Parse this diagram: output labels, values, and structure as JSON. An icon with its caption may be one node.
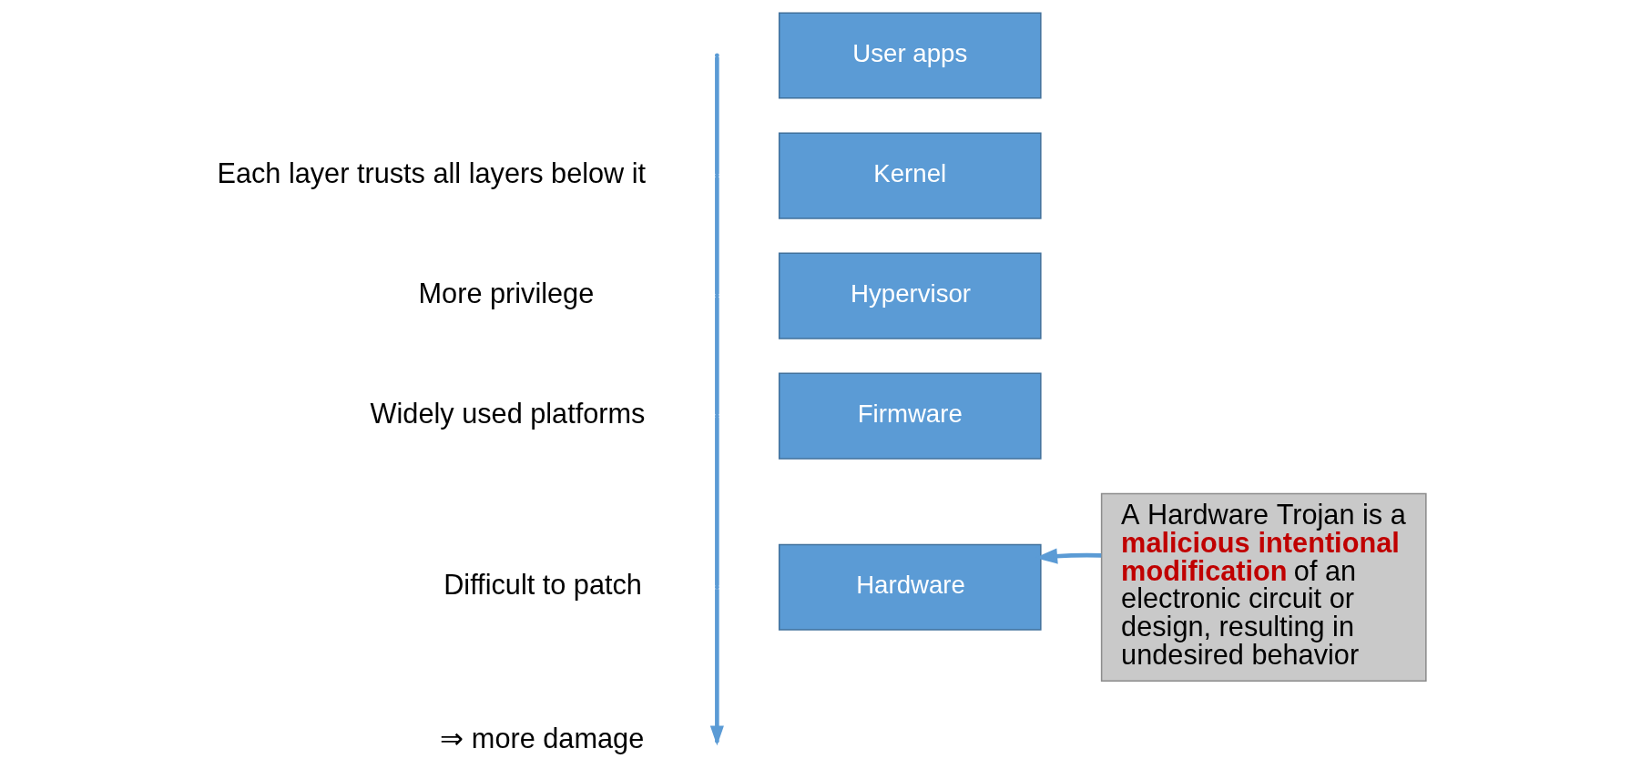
{
  "diagram": {
    "nodes": [
      {
        "text": [
          "User apps"
        ]
      },
      {
        "text": [
          "Kernel"
        ]
      },
      {
        "text": [
          "Hypervisor"
        ]
      },
      {
        "text": [
          "Firmware"
        ]
      },
      {
        "text": [
          "Hardware"
        ]
      },
      {
        "text": [
          "A Hardware Trojan is a **malicious intentional modification** of an electronic circuit or design, resulting in undesired behavior"
        ]
      }
    ],
    "edges": [
      {
        "from": 5,
        "to": 4,
        "arrow": "to"
      }
    ],
    "labels": [
      "Each layer trusts all layers below it",
      "More privilege",
      "Widely used platforms",
      "Difficult to patch",
      "⇒ more damage"
    ]
  }
}
